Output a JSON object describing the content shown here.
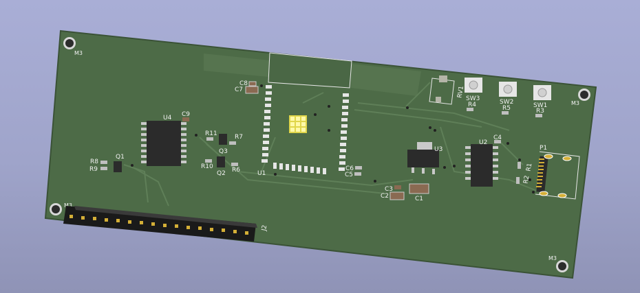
{
  "scene": {
    "title": "PCB 3D view",
    "colors": {
      "background": "#a4a9d0",
      "board": "#4d6b47",
      "board_edge": "#3a5236",
      "copper_pour": "#56744f",
      "trace": "#5f7f58",
      "silkscreen": "#f2f2f2",
      "ic_body": "#2b2b2b",
      "pin": "#c9c9c9",
      "header": "#1a1a1a",
      "header_pin": "#d4af37",
      "capacitor": "#8a6a52"
    }
  },
  "labels": {
    "mounting_holes": [
      "M3",
      "M3",
      "M3",
      "M3"
    ],
    "components": {
      "C8": "C8",
      "C7": "C7",
      "C9": "C9",
      "U4": "U4",
      "R11": "R11",
      "R7": "R7",
      "Q3": "Q3",
      "R10": "R10",
      "R6": "R6",
      "Q2": "Q2",
      "R8": "R8",
      "R9": "R9",
      "Q1": "Q1",
      "U1": "U1",
      "C6": "C6",
      "C5": "C5",
      "U3": "U3",
      "C3": "C3",
      "C2": "C2",
      "C1": "C1",
      "U2": "U2",
      "C4": "C4",
      "RV1": "RV1",
      "SW3": "SW3",
      "R4": "R4",
      "SW2": "SW2",
      "R5": "R5",
      "SW1": "SW1",
      "R3": "R3",
      "P1": "P1",
      "R1": "R1",
      "R2": "R2",
      "J2": "J2"
    }
  }
}
